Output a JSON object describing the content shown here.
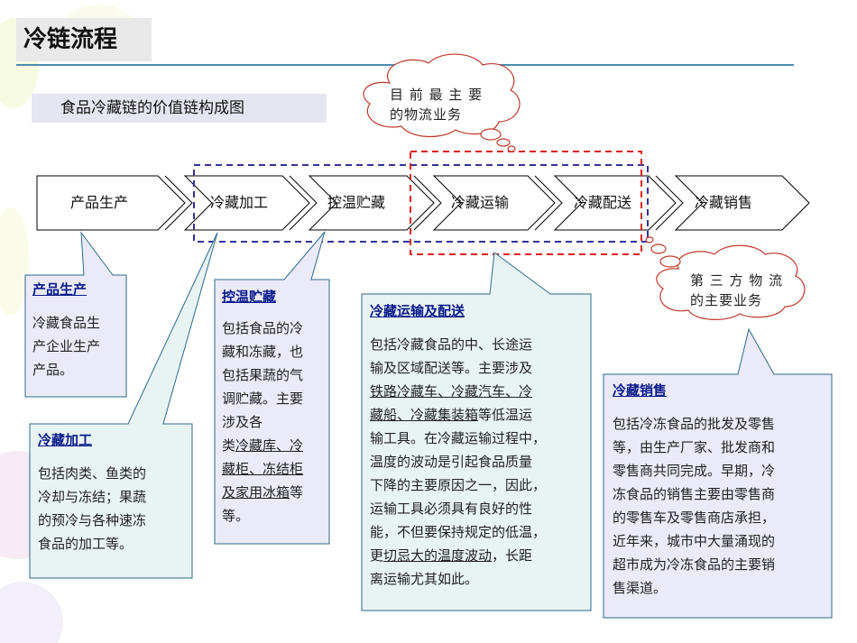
{
  "title": "冷链流程",
  "subtitle": "食品冷藏链的价值链构成图",
  "stages": [
    "产品生产",
    "冷藏加工",
    "控温贮藏",
    "冷藏运输",
    "冷藏配送",
    "冷藏销售"
  ],
  "clouds": {
    "main_business": [
      "目 前 最 主 要",
      "的物流业务"
    ],
    "third_party": [
      "第 三 方 物 流",
      "的主要业务"
    ]
  },
  "boxes": {
    "production": {
      "head": "产品生产",
      "lines": [
        "冷藏食品生",
        "产企业生产",
        "产品。"
      ]
    },
    "processing": {
      "head": "冷藏加工",
      "lines": [
        "包括肉类、鱼类的",
        "冷却与冻结；果蔬",
        "的预冷与各种速冻",
        "食品的加工等。"
      ]
    },
    "storage": {
      "head": "控温贮藏",
      "lines": [
        "包括食品的冷",
        "藏和冻藏，也",
        "包括果蔬的气",
        "调贮藏。主要",
        "涉及各"
      ],
      "l6a": "类",
      "l6b": "冷藏库、冷",
      "l7": "藏柜、冻结柜",
      "l8a": "及家用冰箱",
      "l8b": "等",
      "l9": "等。"
    },
    "transport": {
      "head": "冷藏运输及配送",
      "l1": "包括冷藏食品的中、长途运",
      "l2": "输及区域配送等。主要涉及",
      "l3": "铁路冷藏车、冷藏汽车、冷",
      "l4a": "藏船、冷藏集装箱",
      "l4b": "等低温运",
      "l5": "输工具。在冷藏运输过程中，",
      "l6": "温度的波动是引起食品质量",
      "l7": "下降的主要原因之一，因此，",
      "l8": "运输工具必须具有良好的性",
      "l9": "能，不但要保持规定的低温，",
      "l10a": "更",
      "l10b": "切忌大的温度波动",
      "l10c": "，长距",
      "l11": "离运输尤其如此。"
    },
    "sales": {
      "head": "冷藏销售",
      "lines": [
        "包括冷冻食品的批发及零售",
        "等，由生产厂家、批发商和",
        "零售商共同完成。早期，冷",
        "冻食品的销售主要由零售商",
        "的零售车及零售商店承担，",
        "近年来，城市中大量涌现的",
        "超市成为冷冻食品的主要销",
        "售渠道。"
      ]
    }
  },
  "colors": {
    "accent_line": "#4a8fb0",
    "callout_fill": "#eaeaf8",
    "callout_fill_green": "#e8f3f3",
    "callout_border": "#2c6a8a",
    "blue_dash": "#33339a",
    "red_dash": "#e02020"
  }
}
